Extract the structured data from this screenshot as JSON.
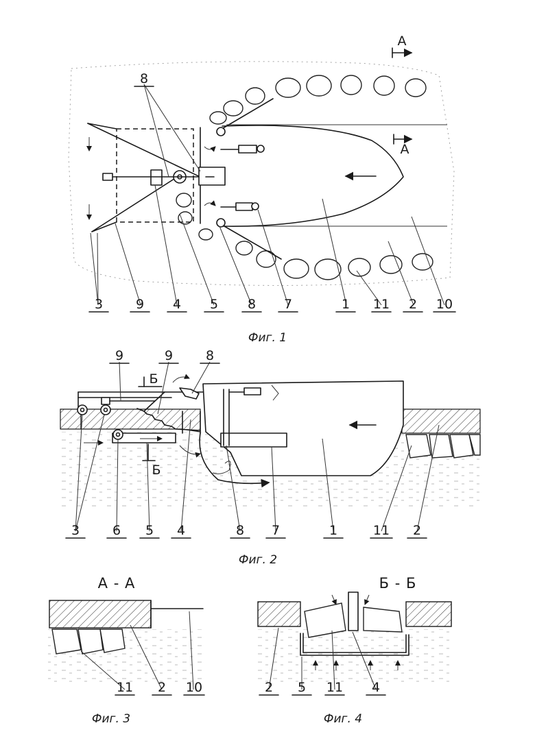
{
  "fig1": {
    "caption": "Фиг. 1",
    "section_mark": "A",
    "labels": {
      "l1": "1",
      "l2": "2",
      "l3": "3",
      "l4": "4",
      "l5": "5",
      "l7": "7",
      "l8_bottom": "8",
      "l8_top": "8",
      "l9": "9",
      "l10": "10",
      "l11": "11"
    }
  },
  "fig2": {
    "caption": "Фиг. 2",
    "section_mark": "Б",
    "labels": {
      "l1": "1",
      "l2": "2",
      "l3": "3",
      "l4": "4",
      "l5": "5",
      "l6": "6",
      "l7": "7",
      "l8_bottom": "8",
      "l8_top": "8",
      "l9_a": "9",
      "l9_b": "9",
      "l11": "11"
    }
  },
  "fig3": {
    "caption": "Фиг. 3",
    "title": "A - A",
    "labels": {
      "l2": "2",
      "l10": "10",
      "l11": "11"
    }
  },
  "fig4": {
    "caption": "Фиг. 4",
    "title": "Б - Б",
    "labels": {
      "l2": "2",
      "l4": "4",
      "l5": "5",
      "l11": "11"
    }
  }
}
